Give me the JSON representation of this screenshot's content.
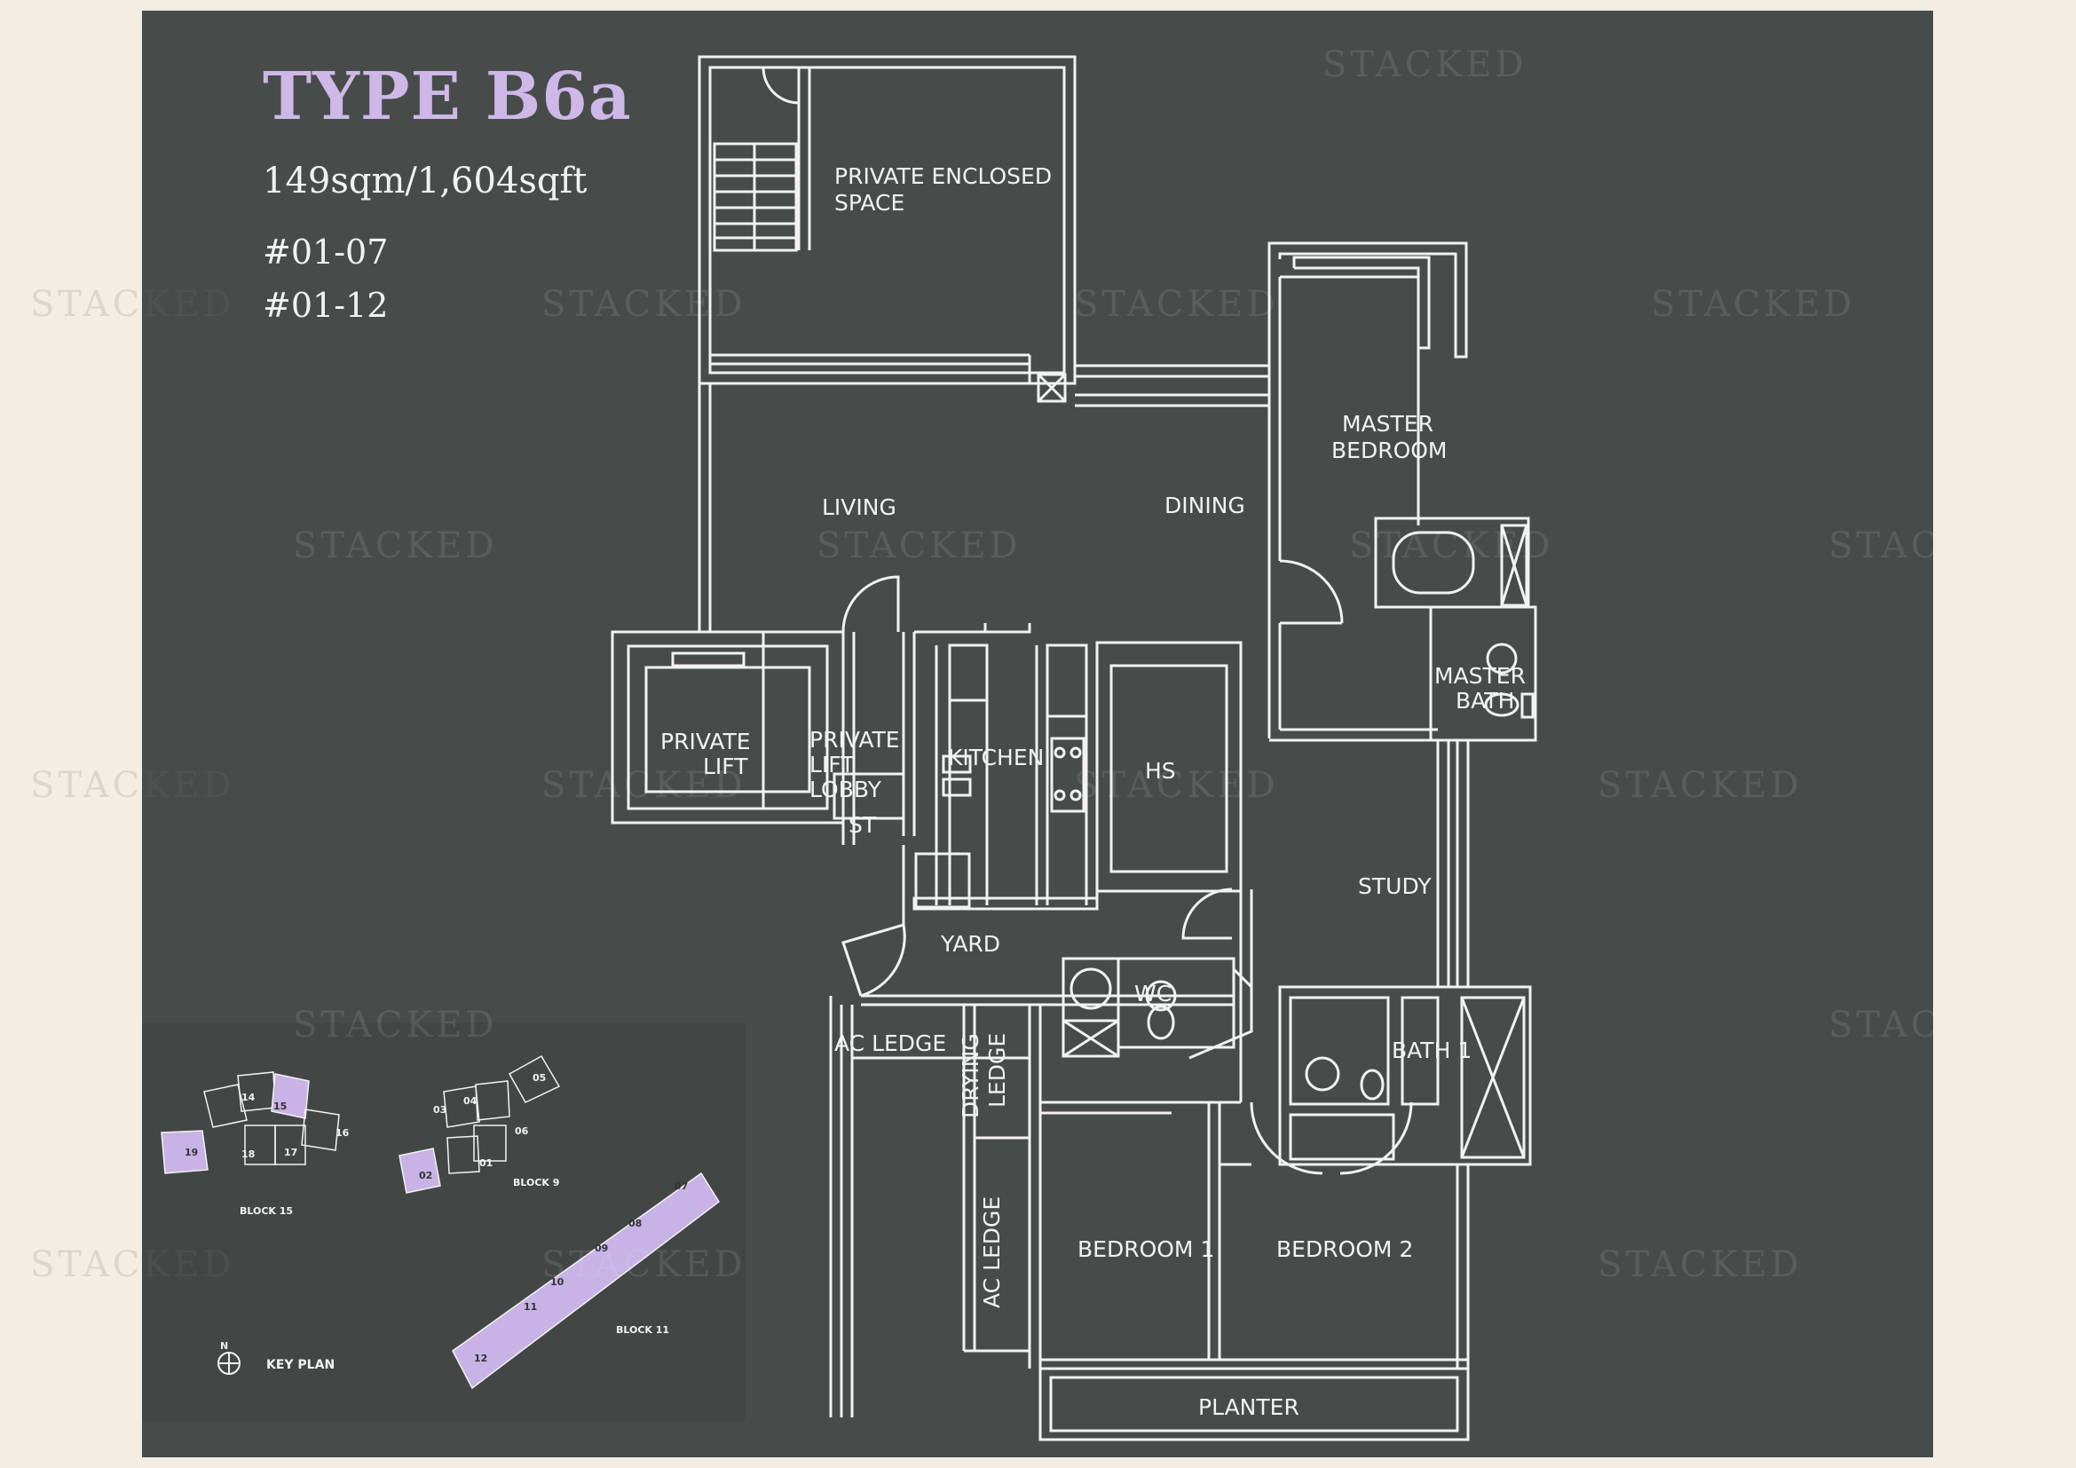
{
  "header": {
    "title": "TYPE B6a",
    "area": "149sqm/1,604sqft",
    "units": [
      "#01-07",
      "#01-12"
    ]
  },
  "rooms": {
    "private_enclosed_space_1": "PRIVATE ENCLOSED",
    "private_enclosed_space_2": "SPACE",
    "living": "LIVING",
    "dining": "DINING",
    "master_bedroom_1": "MASTER",
    "master_bedroom_2": "BEDROOM",
    "master_bath_1": "MASTER",
    "master_bath_2": "BATH",
    "private_lift_1": "PRIVATE",
    "private_lift_2": "LIFT",
    "private_lift_lobby_1": "PRIVATE",
    "private_lift_lobby_2": "LIFT",
    "private_lift_lobby_3": "LOBBY",
    "st": "ST",
    "kitchen": "KITCHEN",
    "hs": "HS",
    "study": "STUDY",
    "yard": "YARD",
    "wc": "WC",
    "bath_1": "BATH 1",
    "ac_ledge_top": "AC LEDGE",
    "drying_ledge_1": "DRYING",
    "drying_ledge_2": "LEDGE",
    "ac_ledge_side": "AC LEDGE",
    "bedroom_1": "BEDROOM 1",
    "bedroom_2": "BEDROOM 2",
    "planter": "PLANTER"
  },
  "key_plan": {
    "label": "KEY PLAN",
    "north": "N",
    "blocks": {
      "block15": "BLOCK 15",
      "block9": "BLOCK 9",
      "block11": "BLOCK 11"
    },
    "unit_numbers": {
      "u14": "14",
      "u15": "15",
      "u16": "16",
      "u17": "17",
      "u18": "18",
      "u19": "19",
      "u01": "01",
      "u02": "02",
      "u03": "03",
      "u04": "04",
      "u05": "05",
      "u06": "06",
      "u07": "07",
      "u08": "08",
      "u09": "09",
      "u10": "10",
      "u11": "11",
      "u12": "12"
    },
    "highlight_color": "#c8b2e6"
  },
  "watermark": "STACKED",
  "colors": {
    "background": "#474c4b",
    "page": "#f3ede3",
    "lines": "#f2f2f2",
    "title": "#cdb8e8"
  }
}
